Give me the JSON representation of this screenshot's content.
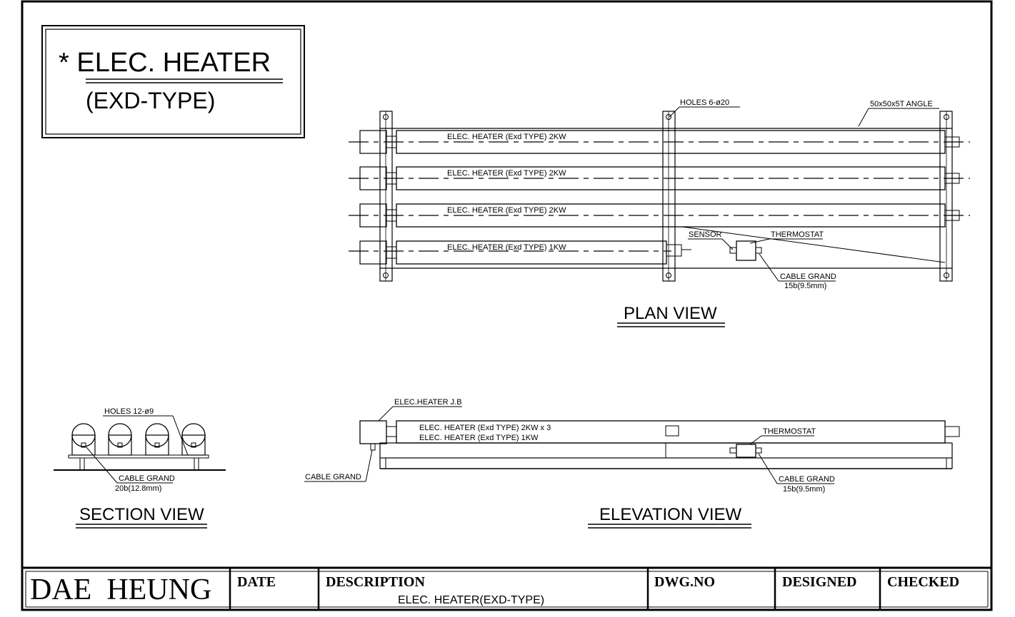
{
  "title_box": {
    "line1": "* ELEC. HEATER",
    "line2": "(EXD-TYPE)"
  },
  "plan": {
    "holes_label": "HOLES 6-ø20",
    "angle_label": "50x50x5T ANGLE",
    "heater_labels": [
      "ELEC. HEATER (Exd TYPE) 2KW",
      "ELEC. HEATER (Exd TYPE) 2KW",
      "ELEC. HEATER (Exd TYPE) 2KW",
      "ELEC. HEATER (Exd TYPE) 1KW"
    ],
    "sensor_label": "SENSOR",
    "thermostat_label": "THERMOSTAT",
    "cable_label_1": "CABLE GRAND",
    "cable_label_2": "15b(9.5mm)",
    "view_title": "PLAN VIEW"
  },
  "section": {
    "holes_label": "HOLES 12-ø9",
    "cable_label_1": "CABLE GRAND",
    "cable_label_2": "20b(12.8mm)",
    "view_title": "SECTION VIEW"
  },
  "elevation": {
    "jb_label": "ELEC.HEATER J.B",
    "heater_label_1": "ELEC. HEATER (Exd TYPE) 2KW x 3",
    "heater_label_2": "ELEC. HEATER (Exd TYPE) 1KW",
    "cable_label_left": "CABLE GRAND",
    "thermostat_label": "THERMOSTAT",
    "cable_label_1": "CABLE GRAND",
    "cable_label_2": "15b(9.5mm)",
    "view_title": "ELEVATION VIEW"
  },
  "title_block": {
    "company": "DAE  HEUNG",
    "date_label": "DATE",
    "description_label": "DESCRIPTION",
    "description_value": "ELEC. HEATER(EXD-TYPE)",
    "dwg_label": "DWG.NO",
    "designed_label": "DESIGNED",
    "checked_label": "CHECKED"
  }
}
